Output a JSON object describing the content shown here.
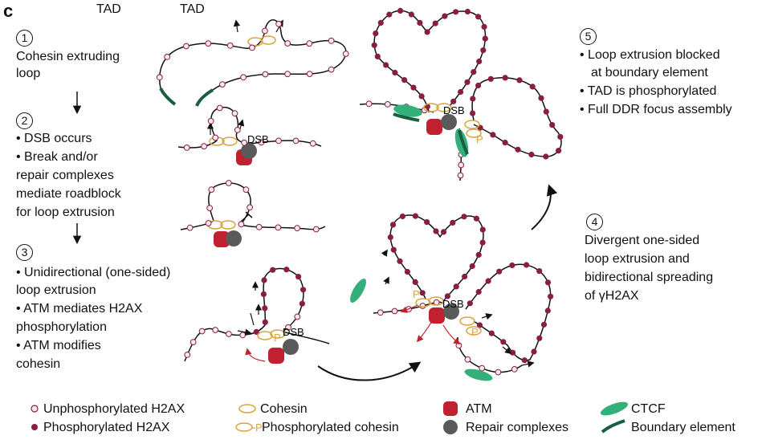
{
  "panel_letter": "c",
  "tad_labels": [
    "TAD",
    "TAD"
  ],
  "dsb_label": "DSB",
  "p_label": "P",
  "gamma_h2ax": "γH2AX",
  "colors": {
    "unphos_fill": "#fbe9ee",
    "unphos_stroke": "#8a1d44",
    "phos": "#8a1d44",
    "cohesin": "#d9a441",
    "atm": "#c0202f",
    "repair": "#5a5a5a",
    "ctcf": "#33b07a",
    "boundary": "#1a5e40",
    "arrow_red": "#c0202f"
  },
  "steps": [
    {
      "num": "1",
      "lines": [
        "Cohesin extruding",
        "loop"
      ]
    },
    {
      "num": "2",
      "bullets": [
        "DSB occurs",
        "Break and/or"
      ],
      "lines": [
        "repair complexes",
        "mediate roadblock",
        "for loop extrusion"
      ]
    },
    {
      "num": "3",
      "bullets": [
        "Unidirectional (one-sided)"
      ],
      "lines_a": [
        "loop extrusion"
      ],
      "bullets_b": [
        "ATM mediates H2AX"
      ],
      "lines_b": [
        "phosphorylation"
      ],
      "bullets_c": [
        "ATM modifies"
      ],
      "lines_c": [
        "cohesin"
      ]
    },
    {
      "num": "4",
      "lines": [
        "Divergent one-sided",
        "loop extrusion and",
        "bidirectional spreading",
        "of "
      ]
    },
    {
      "num": "5",
      "bullets": [
        "Loop extrusion blocked"
      ],
      "lines_a": [
        "at boundary element"
      ],
      "bullets_b": [
        "TAD is phosphorylated",
        "Full DDR focus assembly"
      ]
    }
  ],
  "legend": [
    {
      "icon": "unphos-icon",
      "label": "Unphosphorylated H2AX"
    },
    {
      "icon": "phos-icon",
      "label": "Phosphorylated H2AX"
    },
    {
      "icon": "cohesin-icon",
      "label": "Cohesin"
    },
    {
      "icon": "phos-cohesin-icon",
      "label": "Phosphorylated cohesin"
    },
    {
      "icon": "atm-icon",
      "label": "ATM"
    },
    {
      "icon": "repair-icon",
      "label": "Repair complexes"
    },
    {
      "icon": "ctcf-icon",
      "label": "CTCF"
    },
    {
      "icon": "boundary-icon",
      "label": "Boundary element"
    }
  ]
}
